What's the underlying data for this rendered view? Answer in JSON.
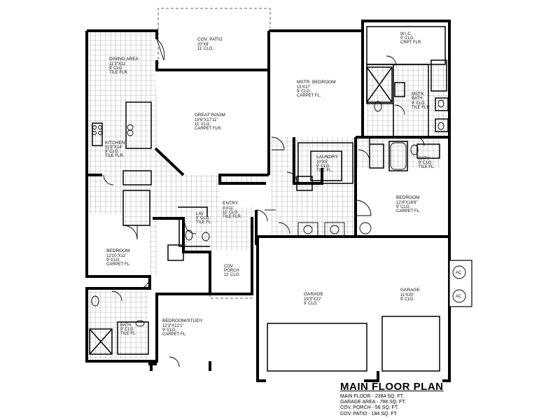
{
  "plan": {
    "title": "MAIN FLOOR PLAN",
    "area_lines": [
      "MAIN FLOOR - 2384 SQ. FT.",
      "GARAGE AREA - 788 SQ. FT.",
      "COV. PORCH - 56 SQ. FT.",
      "COV. PATIO - 184 SQ. FT."
    ],
    "rooms": {
      "cov_patio": [
        "COV. PATIO",
        "20'X8'",
        "11' CLG."
      ],
      "dining": [
        "DINING AREA",
        "11'3\"X11'",
        "9' CLG.",
        "TILE FLR."
      ],
      "great_room": [
        "GREAT ROOM",
        "19'6\"X17'11\"",
        "11' CLG.",
        "CARPET FLR."
      ],
      "mstr_bedroom": [
        "MSTR. BEDROOM",
        "15'X17'",
        "9' CLG.",
        "CARPET FL."
      ],
      "wic": [
        "W.I.C.",
        "9' CLG.",
        "CRPT FLR."
      ],
      "mstr_bath": [
        "MSTR.",
        "BATH",
        "9' CLG.",
        "TILE FLR."
      ],
      "kitchen": [
        "KITCHEN",
        "11'9\"X14'",
        "9' CLG.",
        "TILE FLR."
      ],
      "laundry": [
        "LAUNDRY",
        "10'X5'",
        "9' CLG.",
        "TILE FL."
      ],
      "bath2": [
        "BATH",
        "9' CLG.",
        "TILE FL."
      ],
      "bedroom_r": [
        "BEDROOM",
        "12'4\"X16'6\"",
        "9' CLG.",
        "CARPET FL."
      ],
      "entry": [
        "ENTRY",
        "8'X11'",
        "11' CLG.",
        "TILE FLR."
      ],
      "lav": [
        "LAV",
        "9' CLG.",
        "TILE FL."
      ],
      "bedroom_l": [
        "BEDROOM",
        "12'10\"X11'",
        "9' CLG.",
        "CARPET FL."
      ],
      "cov_porch": [
        "COV.",
        "PORCH",
        "11' CLG."
      ],
      "garage_1": [
        "GARAGE",
        "19'3\"X22'",
        "9' CLG."
      ],
      "garage_2": [
        "GARAGE",
        "11'X20'",
        "9' CLG."
      ],
      "bedroom_study": [
        "BEDROOM/STUDY",
        "12'3\"X12'1\"",
        "9' CLG.",
        "CARPET FL."
      ],
      "bath3": [
        "BATH",
        "9' CLG.",
        "TILE FL."
      ]
    },
    "ac_units": [
      "AC",
      "AC"
    ]
  }
}
